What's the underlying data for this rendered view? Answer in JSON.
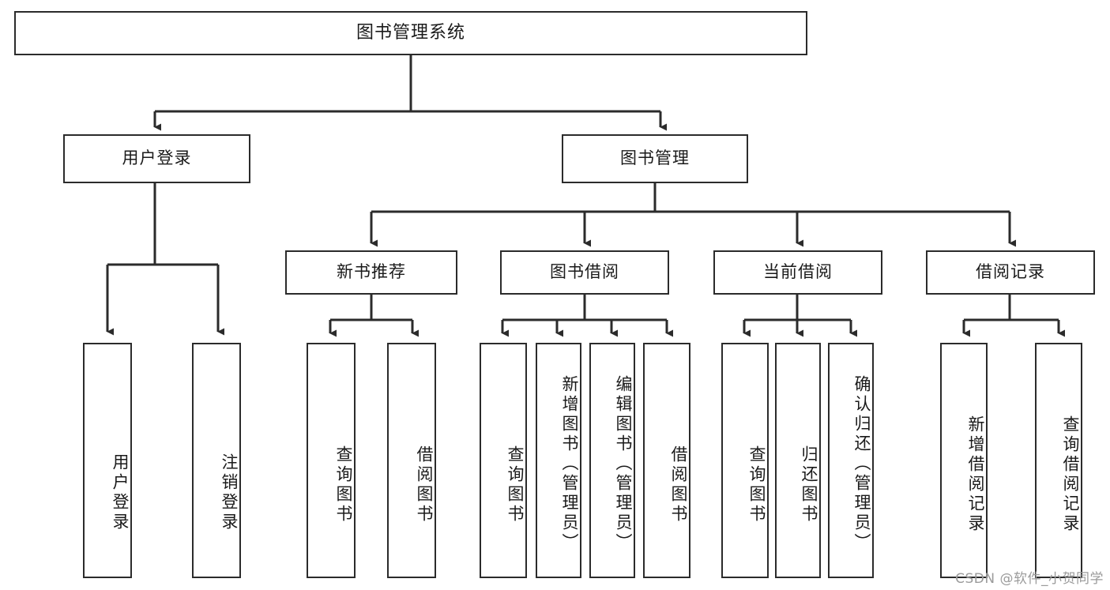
{
  "diagram": {
    "title": "图书管理系统",
    "type": "hierarchy-tree",
    "watermark": "CSDN @软件_小贺同学",
    "colors": {
      "border": "#2b2b2b",
      "background": "#ffffff",
      "text": "#1a1a1a",
      "watermark": "#9b9b9b"
    },
    "levels": {
      "root": {
        "label": "图书管理系统"
      },
      "level2": [
        {
          "label": "用户登录"
        },
        {
          "label": "图书管理"
        }
      ],
      "level3": [
        {
          "label": "新书推荐"
        },
        {
          "label": "图书借阅"
        },
        {
          "label": "当前借阅"
        },
        {
          "label": "借阅记录"
        }
      ],
      "leaves": {
        "user_login": [
          {
            "label": "用户登录"
          },
          {
            "label": "注销登录"
          }
        ],
        "new_book_recommend": [
          {
            "label": "查询图书"
          },
          {
            "label": "借阅图书"
          }
        ],
        "book_borrow": [
          {
            "label": "查询图书"
          },
          {
            "label": "新增图书（管理员）"
          },
          {
            "label": "编辑图书（管理员）"
          },
          {
            "label": "借阅图书"
          }
        ],
        "current_borrow": [
          {
            "label": "查询图书"
          },
          {
            "label": "归还图书"
          },
          {
            "label": "确认归还（管理员）"
          }
        ],
        "borrow_record": [
          {
            "label": "新增借阅记录"
          },
          {
            "label": "查询借阅记录"
          }
        ]
      }
    }
  }
}
